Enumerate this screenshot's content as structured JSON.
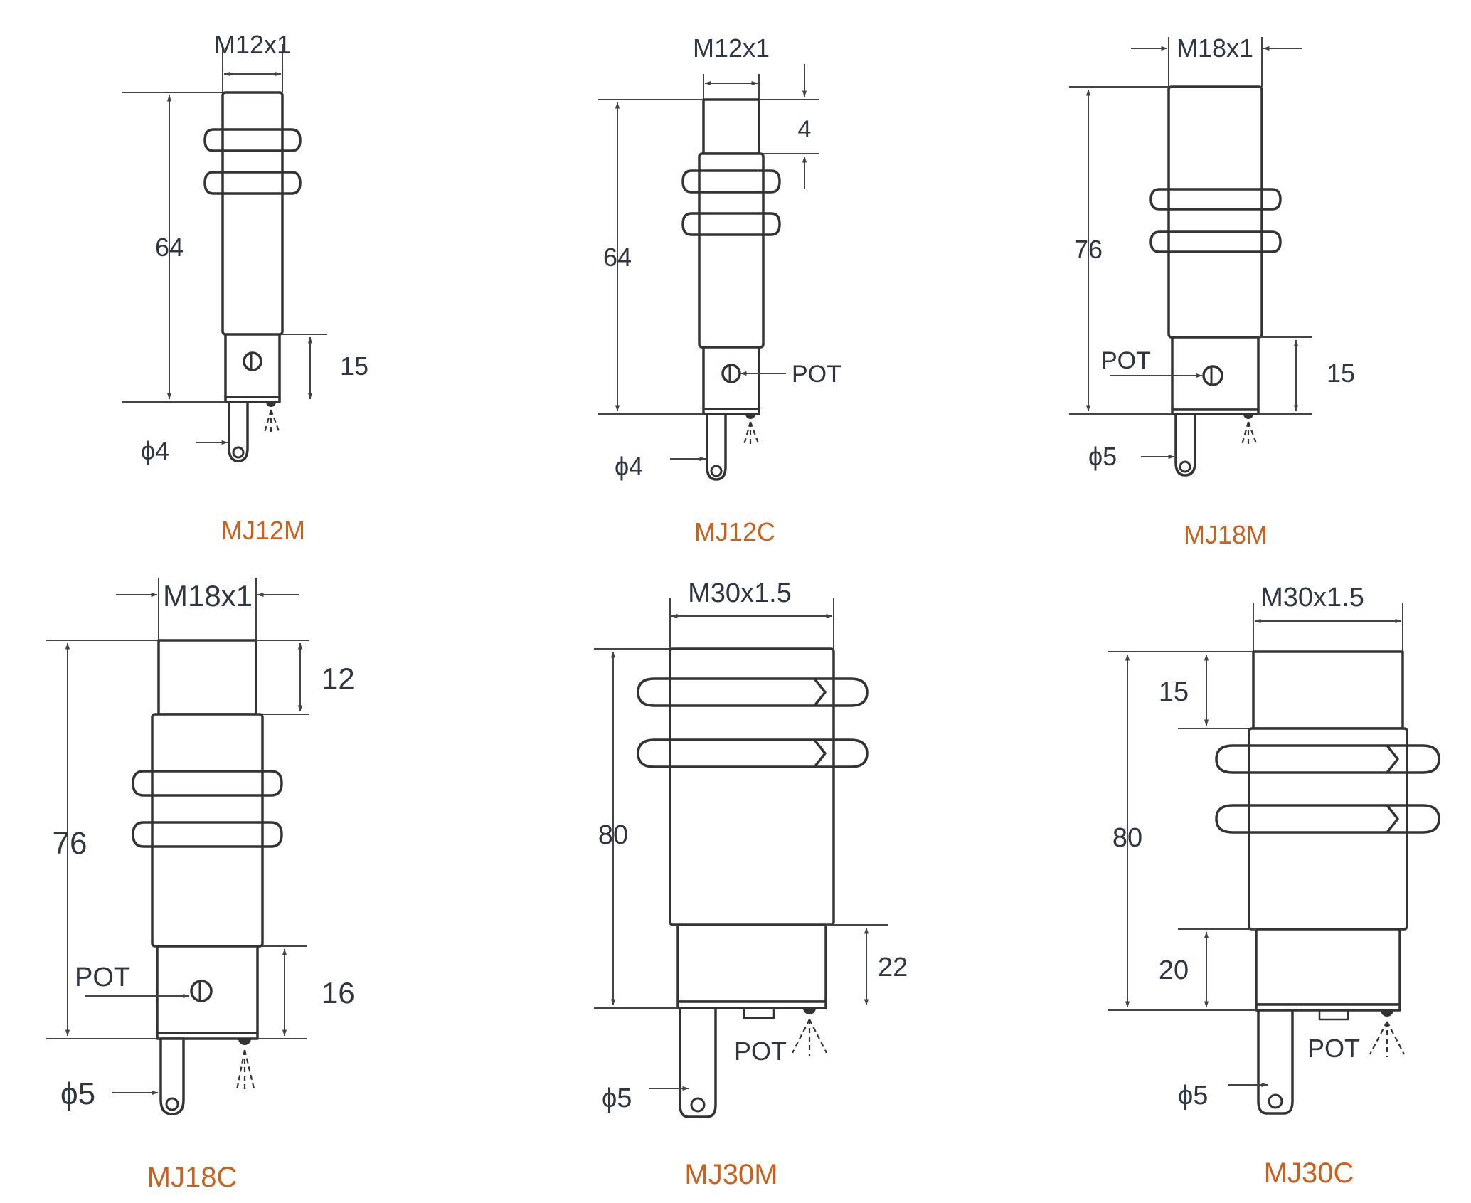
{
  "colors": {
    "line": "#333333",
    "dimension": "#444444",
    "text": "#2f3640",
    "model_label": "#c8611e"
  },
  "sensors": [
    {
      "model": "MJ12M",
      "thread": "M12x1",
      "total_length": "64",
      "rear_length": "15",
      "cable_diameter": "ϕ4",
      "led_icon": "led-indicator-icon"
    },
    {
      "model": "MJ12C",
      "thread": "M12x1",
      "total_length": "64",
      "front_length": "4",
      "pot_label": "POT",
      "cable_diameter": "ϕ4",
      "led_icon": "led-indicator-icon"
    },
    {
      "model": "MJ18M",
      "thread": "M18x1",
      "total_length": "76",
      "rear_length": "15",
      "pot_label": "POT",
      "cable_diameter": "ϕ5",
      "led_icon": "led-indicator-icon"
    },
    {
      "model": "MJ18C",
      "thread": "M18x1",
      "total_length": "76",
      "front_length": "12",
      "rear_length": "16",
      "pot_label": "POT",
      "cable_diameter": "ϕ5",
      "led_icon": "led-indicator-icon"
    },
    {
      "model": "MJ30M",
      "thread": "M30x1.5",
      "total_length": "80",
      "rear_length": "22",
      "pot_label": "POT",
      "cable_diameter": "ϕ5",
      "led_icon": "led-indicator-icon"
    },
    {
      "model": "MJ30C",
      "thread": "M30x1.5",
      "total_length": "80",
      "front_length": "15",
      "rear_length": "20",
      "pot_label": "POT",
      "cable_diameter": "ϕ5",
      "led_icon": "led-indicator-icon"
    }
  ]
}
